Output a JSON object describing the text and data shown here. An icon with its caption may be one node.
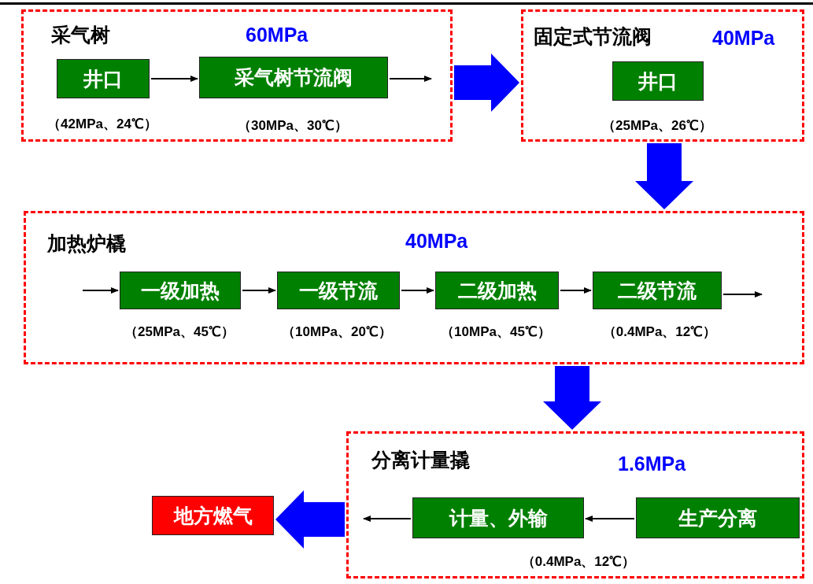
{
  "diagram": {
    "nodes": [
      {
        "text": [
          "采气树",
          "60MPa"
        ]
      },
      {
        "text": [
          "井口"
        ],
        "in": 0,
        "beside": [
          "（42MPa、24℃）"
        ]
      },
      {
        "text": [
          "采气树节流阀"
        ],
        "in": 0,
        "beside": [
          "（30MPa、30℃）"
        ]
      },
      {
        "text": [
          "固定式节流阀",
          "40MPa"
        ]
      },
      {
        "text": [
          "井口"
        ],
        "in": 3,
        "beside": [
          "（25MPa、26℃）"
        ]
      },
      {
        "text": [
          "加热炉橇",
          "40MPa"
        ]
      },
      {
        "text": [
          "一级加热"
        ],
        "in": 5,
        "beside": [
          "（25MPa、45℃）"
        ]
      },
      {
        "text": [
          "一级节流"
        ],
        "in": 5,
        "beside": [
          "（10MPa、20℃）"
        ]
      },
      {
        "text": [
          "二级加热"
        ],
        "in": 5,
        "beside": [
          "（10MPa、45℃）"
        ]
      },
      {
        "text": [
          "二级节流"
        ],
        "in": 5,
        "beside": [
          "（0.4MPa、12℃）"
        ]
      },
      {
        "text": [
          "分离计量撬",
          "1.6MPa"
        ]
      },
      {
        "text": [
          "生产分离"
        ],
        "in": 10
      },
      {
        "text": [
          "计量、外输"
        ],
        "in": 10,
        "beside": [
          "（0.4MPa、12℃）"
        ]
      },
      {
        "text": [
          "地方燃气"
        ]
      }
    ],
    "edges": [
      {
        "from": 1,
        "to": 2,
        "arrow": "to"
      },
      {
        "from": 2,
        "to": null,
        "arrow": "to"
      },
      {
        "from": 0,
        "to": 3,
        "arrow": "to",
        "style": "thick",
        "color": "#0000ff"
      },
      {
        "from": 3,
        "to": 5,
        "arrow": "to",
        "style": "thick",
        "color": "#0000ff"
      },
      {
        "from": 5,
        "to": 10,
        "arrow": "to",
        "style": "thick",
        "color": "#0000ff"
      },
      {
        "from": 10,
        "to": 13,
        "arrow": "to",
        "style": "thick",
        "color": "#0000ff"
      },
      {
        "from": null,
        "to": 6,
        "arrow": "to"
      },
      {
        "from": 6,
        "to": 7,
        "arrow": "to"
      },
      {
        "from": 7,
        "to": 8,
        "arrow": "to"
      },
      {
        "from": 8,
        "to": 9,
        "arrow": "to"
      },
      {
        "from": 9,
        "to": null,
        "arrow": "to"
      },
      {
        "from": 11,
        "to": 12,
        "arrow": "to"
      },
      {
        "from": 12,
        "to": null,
        "arrow": "to"
      }
    ]
  }
}
